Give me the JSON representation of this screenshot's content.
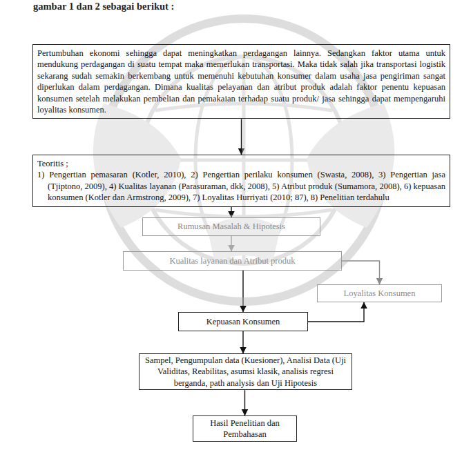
{
  "diagram": {
    "nodes": [
      {
        "text": [
          "Pertumbuhan ekonomi sehingga dapat meningkatkan perdagangan lainnya. Sedangkan faktor utama untuk mendukung perdagangan di suatu tempat maka memerlukan transportasi. Maka tidak salah jika transportasi logistik sekarang sudah semakin berkembang untuk memenuhi kebutuhan konsumer dalam usaha jasa pengiriman sangat diperlukan dalam perdagangan. Dimana kualitas pelayanan dan atribut produk adalah faktor penentu kepuasan konsumen setelah melakukan pembelian dan pemakaian terhadap suatu produk/ jasa sehingga dapat mempengaruhi loyalitas konsumen."
        ]
      },
      {
        "text": [
          "Teoritis ;",
          "1) Pengertian pemasaran (Kotler, 2010), 2) Pengertian perilaku konsumen (Swasta, 2008), 3) Pengertian jasa (Tjiptono, 2009), 4) Kualitas layanan (Parasuraman, dkk, 2008), 5) Atribut produk (Sumamora, 2008), 6) kepuasan konsumen (Kotler dan Armstrong, 2009), 7) Loyalitas Hurriyati (2010; 87), 8) Penelitian terdahulu"
        ]
      },
      {
        "text": [
          "Rumusan Masalah & Hipotesis"
        ]
      },
      {
        "text": [
          "Kualitas layanan dan Atribut produk"
        ]
      },
      {
        "text": [
          "Loyalitas Konsumen"
        ]
      },
      {
        "text": [
          "Kepuasan Konsumen"
        ]
      },
      {
        "text": [
          "Sampel, Pengumpulan data (Kuesioner), Analisi Data (Uji Validitas, Reabilitas, asumsi klasik, analisis regresi berganda, path analysis dan Uji Hipotesis"
        ]
      },
      {
        "text": [
          "Hasil Penelitian dan Pembahasan"
        ]
      }
    ],
    "edges": [
      {
        "from": 0,
        "to": 1,
        "arrow": "to"
      },
      {
        "from": 1,
        "to": 2,
        "arrow": "to"
      },
      {
        "from": 2,
        "to": 3,
        "arrow": "to"
      },
      {
        "from": 3,
        "to": 5,
        "arrow": "to"
      },
      {
        "from": 3,
        "to": 4,
        "arrow": "to"
      },
      {
        "from": 5,
        "to": 4,
        "arrow": "to"
      },
      {
        "from": 5,
        "to": 6,
        "arrow": "to"
      },
      {
        "from": 6,
        "to": 7,
        "arrow": "to"
      }
    ],
    "labels": [
      "gambar 1 dan 2 sebagai berikut :"
    ]
  }
}
